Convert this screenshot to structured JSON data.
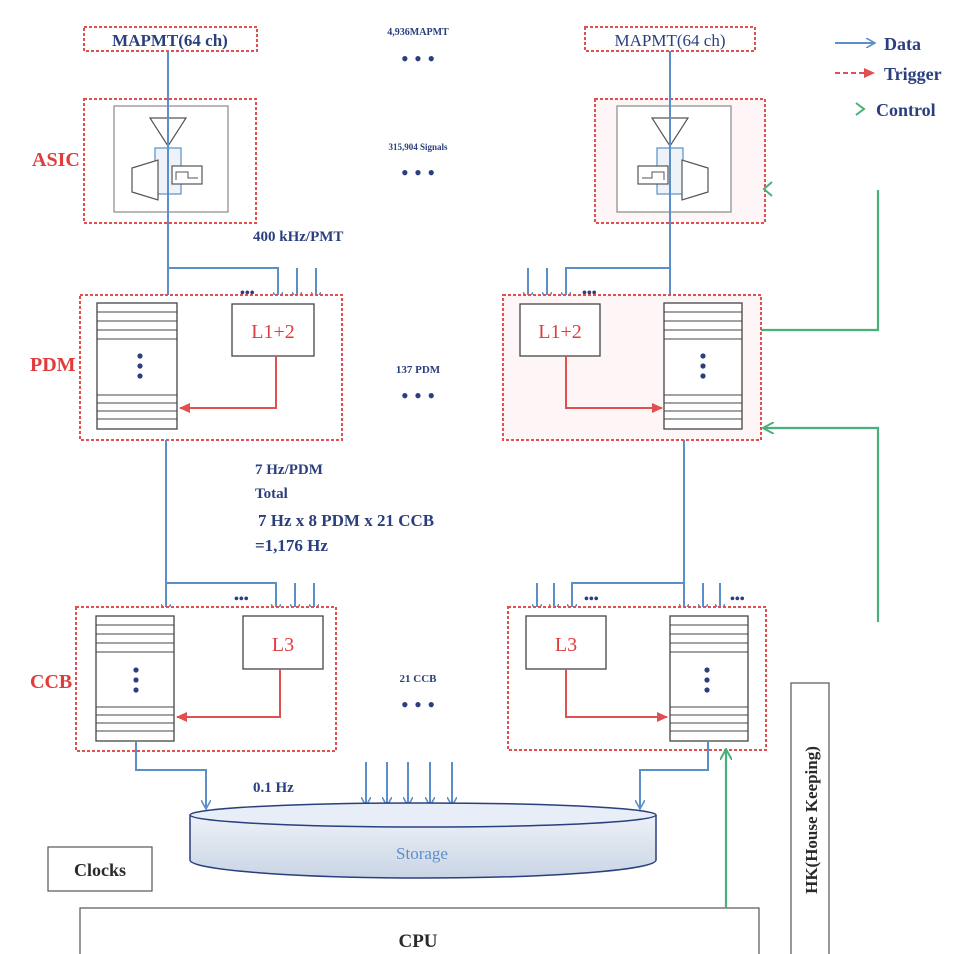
{
  "top": {
    "left_mapmt": "MAPMT(64 ch)",
    "right_mapmt": "MAPMT(64 ch)",
    "pmt_count": "4,936MAPMT",
    "signal_count": "315,904 Signals"
  },
  "legend": {
    "data": "Data",
    "trigger": "Trigger",
    "control": "Control"
  },
  "colors": {
    "data": "#5b8fc9",
    "trigger": "#e05050",
    "control": "#4ab07a",
    "label_blue": "#2a3f7e",
    "label_red": "#e03c3c"
  },
  "side_labels": {
    "asic": "ASIC",
    "pdm": "PDM",
    "ccb": "CCB"
  },
  "notes": {
    "rate_pmt": "400 kHz/PMT",
    "rate_pdm": "7 Hz/PDM",
    "total": "Total",
    "total_calc": "7 Hz x 8 PDM x 21 CCB",
    "total_result": "=1,176 Hz",
    "rate_ccb": "0.1 Hz",
    "pdm_count": "137 PDM",
    "ccb_count": "21 CCB",
    "dots": "• • •",
    "small_dots": "•••"
  },
  "blocks": {
    "l12": "L1+2",
    "l3": "L3",
    "storage": "Storage",
    "clocks": "Clocks",
    "cpu": "CPU",
    "hk": "HK(House Keeping)"
  }
}
